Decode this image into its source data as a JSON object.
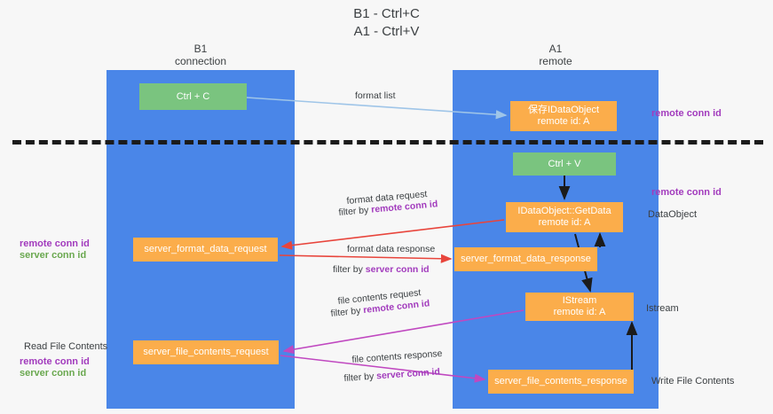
{
  "title": {
    "line1": "B1 - Ctrl+C",
    "line2": "A1 - Ctrl+V"
  },
  "lanes": [
    {
      "id": "b1",
      "title": "B1",
      "subtitle": "connection",
      "color": "#4a86e8"
    },
    {
      "id": "a1",
      "title": "A1",
      "subtitle": "remote",
      "color": "#4a86e8"
    }
  ],
  "colors": {
    "lane": "#4a86e8",
    "green_box": "#7ac47f",
    "orange_box": "#fbad4b",
    "purple_text": "#a23bbd",
    "green_text": "#6aa84f",
    "red_arrow": "#e8453c",
    "magenta_arrow": "#c048c0",
    "blue_arrow": "#9fc5e8",
    "black_arrow": "#1b1b1b",
    "background": "#f7f7f7"
  },
  "boxes": {
    "ctrl_c": {
      "line1": "Ctrl + C"
    },
    "save_idataobject": {
      "line1": "保存IDataObject",
      "line2": "remote id: A"
    },
    "ctrl_v": {
      "line1": "Ctrl + V"
    },
    "getdata": {
      "line1": "IDataObject::GetData",
      "line2": "remote id: A"
    },
    "server_format_data_request": {
      "line1": "server_format_data_request"
    },
    "server_format_data_response": {
      "line1": "server_format_data_response"
    },
    "istream": {
      "line1": "IStream",
      "line2": "remote id: A"
    },
    "server_file_contents_request": {
      "line1": "server_file_contents_request"
    },
    "server_file_contents_response": {
      "line1": "server_file_contents_response"
    }
  },
  "edge_labels": {
    "format_list": "format list",
    "format_data_request": "format data request",
    "format_data_request_filter_prefix": "filter by ",
    "format_data_request_filter_key": "remote conn id",
    "format_data_response": "format data response",
    "format_data_response_filter_prefix": "filter by ",
    "format_data_response_filter_key": "server conn id",
    "file_contents_request": "file contents request",
    "file_contents_request_filter_prefix": "filter by ",
    "file_contents_request_filter_key": "remote conn id",
    "file_contents_response": "file contents response",
    "file_contents_response_filter_prefix": "filter by ",
    "file_contents_response_filter_key": "server conn id"
  },
  "side_labels": {
    "right_remote_conn_id_top": "remote conn id",
    "right_remote_conn_id_mid": "remote conn id",
    "dataobject": "DataObject",
    "istream": "Istream",
    "write_file_contents": "Write File Contents",
    "left_remote_conn_id_mid": "remote conn id",
    "left_server_conn_id_mid": "server conn id",
    "read_file_contents": "Read File Contents",
    "left_remote_conn_id_bottom": "remote conn id",
    "left_server_conn_id_bottom": "server conn id"
  }
}
